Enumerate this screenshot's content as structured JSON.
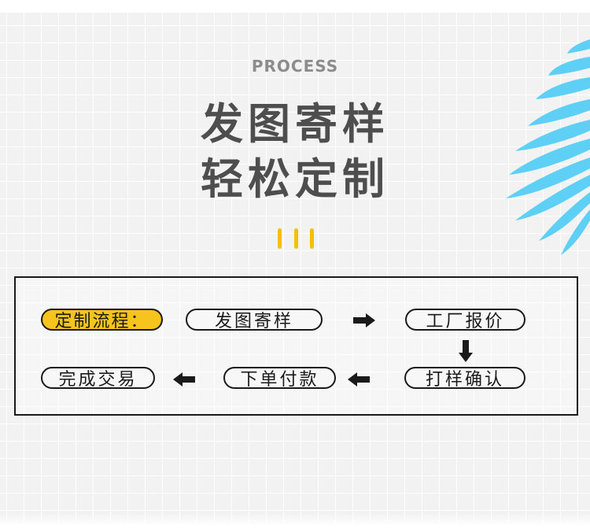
{
  "header": {
    "kicker": "PROCESS",
    "title_line1": "发图寄样",
    "title_line2": "轻松定制"
  },
  "process": {
    "label": "定制流程：",
    "steps": [
      "发图寄样",
      "工厂报价",
      "打样确认",
      "下单付款",
      "完成交易"
    ]
  },
  "colors": {
    "accent_yellow": "#f7c41d",
    "divider_yellow": "#f5c000",
    "leaf_blue": "#5fd0f5",
    "title_gray": "#4e4e4e",
    "kicker_gray": "#8c8c8c",
    "border_black": "#1a1a1a"
  },
  "icons": [
    "leaf-decoration",
    "arrow-right-icon",
    "arrow-down-icon",
    "arrow-left-icon"
  ]
}
